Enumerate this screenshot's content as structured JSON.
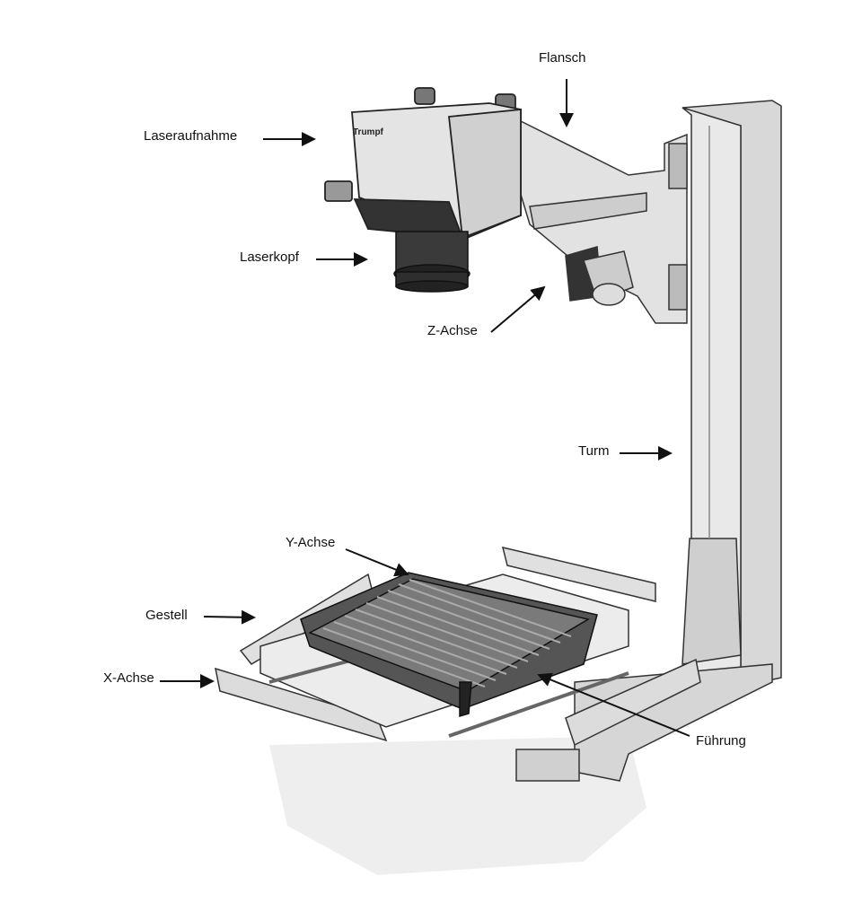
{
  "labels": {
    "flansch": "Flansch",
    "laseraufnahme": "Laseraufnahme",
    "laserkopf": "Laserkopf",
    "z_achse": "Z-Achse",
    "turm": "Turm",
    "y_achse": "Y-Achse",
    "gestell": "Gestell",
    "x_achse": "X-Achse",
    "fuehrung": "Führung"
  },
  "logo_text": "Trumpf"
}
